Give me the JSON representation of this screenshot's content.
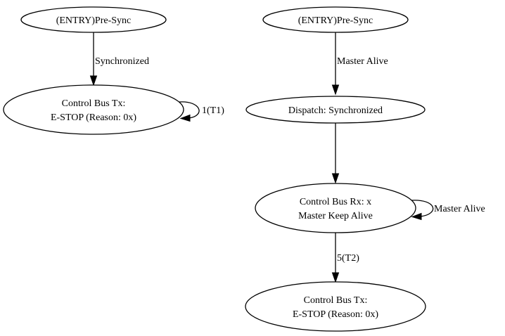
{
  "diagram": {
    "left": {
      "entry": "(ENTRY)Pre-Sync",
      "entry_to_tx_label": "Synchronized",
      "tx_line1": "Control Bus Tx:",
      "tx_line2": "E-STOP (Reason: 0x)",
      "tx_self_loop_label": "1(T1)"
    },
    "right": {
      "entry": "(ENTRY)Pre-Sync",
      "entry_to_dispatch_label": "Master Alive",
      "dispatch": "Dispatch: Synchronized",
      "rx_line1": "Control Bus Rx: x",
      "rx_line2": "Master Keep Alive",
      "rx_self_loop_label": "Master Alive",
      "rx_to_tx_label": "5(T2)",
      "tx_line1": "Control Bus Tx:",
      "tx_line2": "E-STOP (Reason: 0x)"
    }
  }
}
